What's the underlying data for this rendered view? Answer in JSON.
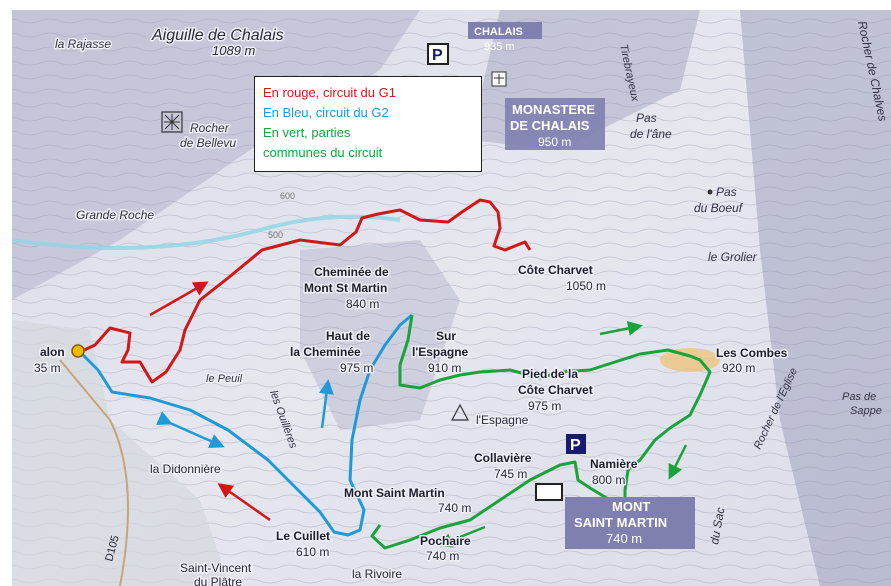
{
  "legend": {
    "red": "En rouge, circuit du G1",
    "blue": "En Bleu, circuit du G2",
    "green_1": "En vert, parties",
    "green_2": "communes du circuit"
  },
  "colors": {
    "route_g1": "#d01818",
    "route_g2": "#1f9ad6",
    "route_common": "#1aa33a",
    "badge": "#7f7fb0",
    "start_point": "#f5b800"
  },
  "places": {
    "aiguille": "Aiguille de Chalais",
    "aiguille_alt": "1089 m",
    "rajasse": "la Rajasse",
    "chalais": "CHALAIS",
    "chalais_alt": "935 m",
    "monastere_1": "MONASTERE",
    "monastere_2": "DE CHALAIS",
    "monastere_alt": "950 m",
    "tirebrayeux": "Tirebrayeux",
    "rocher_chalves": "Rocher de Chalves",
    "pas_ane_1": "Pas",
    "pas_ane_2": "de l'âne",
    "pas_boeuf_1": "Pas",
    "pas_boeuf_2": "du Boeuf",
    "grolier": "le Grolier",
    "rocher_bellevue_1": "Rocher",
    "rocher_bellevue_2": "de Bellevu",
    "grande_roche": "Grande Roche",
    "cheminee_1": "Cheminée de",
    "cheminee_2": "Mont St Martin",
    "cheminee_alt": "840 m",
    "cote_charvet": "Côte Charvet",
    "cote_charvet_alt": "1050 m",
    "haut_1": "Haut de",
    "haut_2": "la Cheminée",
    "haut_alt": "975 m",
    "sur_1": "Sur",
    "sur_2": "l'Espagne",
    "sur_alt": "910 m",
    "pied_1": "Pied de la",
    "pied_2": "Côte Charvet",
    "pied_alt": "975 m",
    "espagne": "l'Espagne",
    "combes": "Les Combes",
    "combes_alt": "920 m",
    "rocher_eglise": "Rocher de l'Eglise",
    "pas_sappey_1": "Pas de",
    "pas_sappey_2": "Sappe",
    "start": "alon",
    "start_alt": "35 m",
    "peuil": "le Peuil",
    "ouilleres": "les Ouillères",
    "didonniere": "la Didonnière",
    "collaviere": "Collavière",
    "collaviere_alt": "745 m",
    "namiere": "Namière",
    "namiere_alt": "800 m",
    "mont_st_martin": "Mont Saint Martin",
    "mont_st_martin_alt": "740 m",
    "badge_1": "MONT",
    "badge_2": "SAINT MARTIN",
    "badge_alt": "740 m",
    "cuillet": "Le Cuillet",
    "cuillet_alt": "610 m",
    "pochaire": "Pochaire",
    "pochaire_alt": "740 m",
    "rivoire": "la Rivoire",
    "st_vincent_1": "Saint-Vincent",
    "st_vincent_2": "du Plâtre",
    "road": "D105",
    "sac": "du Sac",
    "contour_600": "600",
    "contour_500": "500",
    "parking": "P"
  }
}
